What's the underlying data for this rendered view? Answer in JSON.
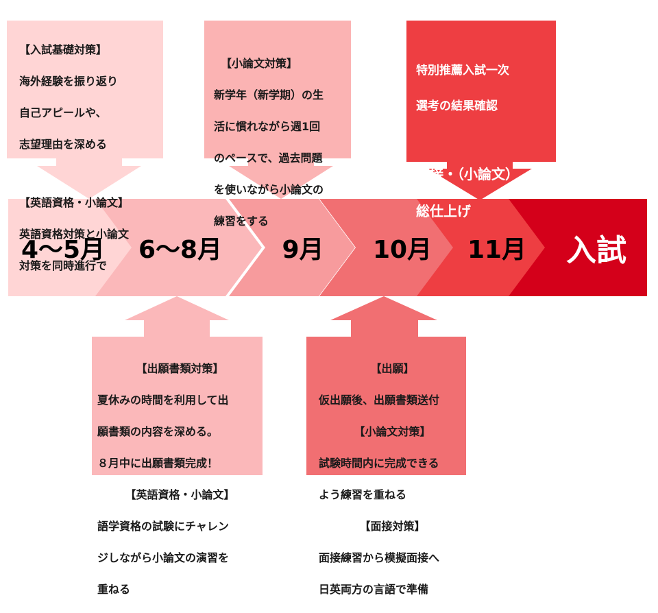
{
  "months": {
    "m1": "4〜5月",
    "m2": "6〜8月",
    "m3": "9月",
    "m4": "10月",
    "m5": "11月",
    "m6": "入試"
  },
  "boxes": {
    "apr_may": [
      "【入試基礎対策】",
      "海外経験を振り返り",
      "自己アピールや、",
      "志望理由を深める",
      "",
      "【英語資格・小論文】",
      "英語資格対策と小論文",
      "対策を同時進行で"
    ],
    "sep": [
      "【小論文対策】",
      "新学年（新学期）の生",
      "活に慣れながら週1回",
      "のペースで、過去問題",
      "を使いながら小論文の",
      "練習をする"
    ],
    "nov": {
      "line1": "特別推薦入試一次",
      "line2": "選考の結果確認",
      "line3": "面接・（小論文）",
      "line4": "総仕上げ"
    },
    "jun_aug": [
      "【出願書類対策】",
      "夏休みの時間を利用して出",
      "願書類の内容を深める。",
      "８月中に出願書類完成！",
      "【英語資格・小論文】",
      "語学資格の試験にチャレン",
      "ジしながら小論文の演習を",
      "重ねる"
    ],
    "oct": [
      "【出願】",
      "仮出願後、出願書類送付",
      "【小論文対策】",
      "試験時間内に完成できる",
      "よう練習を重ねる",
      "【面接対策】",
      "面接練習から模擬面接へ",
      "日英両方の言語で準備"
    ]
  },
  "colors": {
    "seg1": "#ffd5d5",
    "seg2": "#fbb8ba",
    "seg3": "#f79b9d",
    "seg4": "#f16f72",
    "seg5": "#ee3e42",
    "seg6": "#d4001a",
    "nov_text": "#ffffff",
    "exam_text": "#ffffff"
  }
}
